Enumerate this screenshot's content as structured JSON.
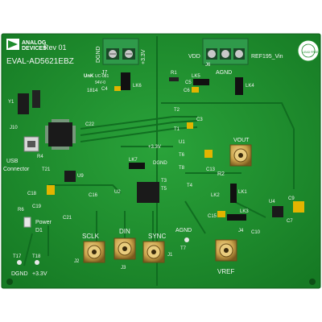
{
  "board": {
    "title": "EVAL-AD5621EBZ",
    "revision": "Rev 01",
    "brand_line1": "ANALOG",
    "brand_line2": "DEVICES",
    "marking_line1": "UnK",
    "marking_line2": "UC-081",
    "marking_line3": "94V-0",
    "marking_line4": "1814",
    "colors": {
      "pcb": "#1e8c2c",
      "pcb_light": "#2aa33a",
      "trace": "#0f6a1f",
      "silk": "#f4f4f4",
      "terminal": "#2f9a4a",
      "gold": "#c9a24a"
    }
  },
  "labels": {
    "dgnd_top": "DGND",
    "v33_top": "+3.3V",
    "j7": "J7",
    "lk6": "LK6",
    "c4": "C4",
    "vdd": "VDD",
    "j6": "J6",
    "agnd_top": "AGND",
    "ref_vin": "REF195_Vin",
    "lk5": "LK5",
    "r1": "R1",
    "c5": "C5",
    "c6": "C6",
    "lk4": "LK4",
    "y1": "Y1",
    "c22": "C22",
    "t2": "T2",
    "t1": "T1",
    "c3": "C3",
    "u1": "U1",
    "j10": "J10",
    "usb": "USB",
    "connector": "Connector",
    "r6": "R6",
    "r4": "R4",
    "t21": "T21",
    "v33_mid": "+3.3V",
    "dgnd_mid": "DGND",
    "lk7": "LK7",
    "t6": "T6",
    "t8": "T8",
    "vout": "VOUT",
    "c13": "C13",
    "r2": "R2",
    "u9": "U9",
    "c18": "C18",
    "c16": "C16",
    "c19": "C19",
    "u2": "U2",
    "t3": "T3",
    "t5": "T5",
    "t4": "T4",
    "lk2": "LK2",
    "lk1": "LK1",
    "lk3": "LK3",
    "c15": "C15",
    "c10": "C10",
    "c9": "C9",
    "u4": "U4",
    "c7": "C7",
    "c21": "C21",
    "power": "Power",
    "d1": "D1",
    "sclk": "SCLK",
    "din": "DIN",
    "sync": "SYNC",
    "j2": "J2",
    "j3": "J3",
    "j1": "J1",
    "agnd_bottom": "AGND",
    "t7": "T7",
    "j4": "J4",
    "vref": "VREF",
    "t17": "T17",
    "t18": "T18",
    "dgnd_bottom": "DGND",
    "v33_bottom": "+3.3V",
    "stamp": "LEAD FREE"
  }
}
